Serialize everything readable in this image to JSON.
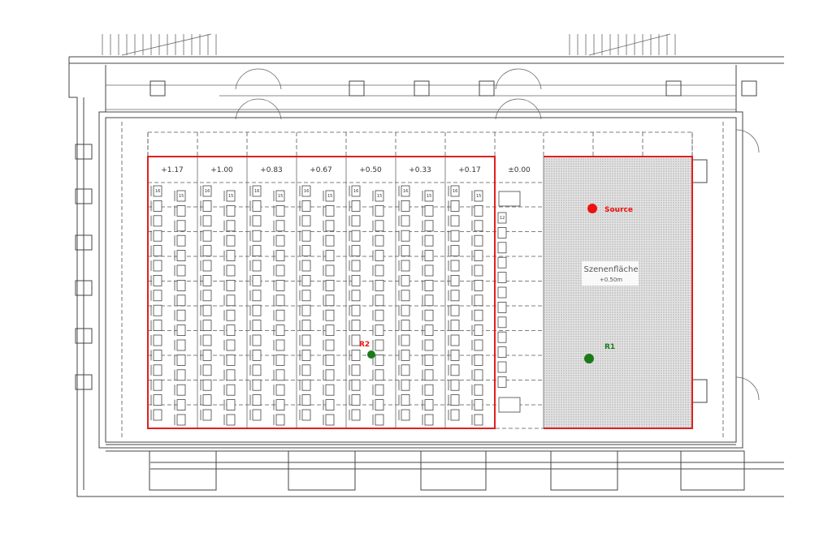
{
  "plan": {
    "stage": {
      "name": "Szenenfläche",
      "elevation": "+0.50m"
    },
    "sections": [
      {
        "elevation": "+1.17",
        "seat_left_top": "16",
        "seat_right_top": "15"
      },
      {
        "elevation": "+1.00",
        "seat_left_top": "16",
        "seat_right_top": "15"
      },
      {
        "elevation": "+0.83",
        "seat_left_top": "16",
        "seat_right_top": "15"
      },
      {
        "elevation": "+0.67",
        "seat_left_top": "16",
        "seat_right_top": "15"
      },
      {
        "elevation": "+0.50",
        "seat_left_top": "16",
        "seat_right_top": "15"
      },
      {
        "elevation": "+0.33",
        "seat_left_top": "16",
        "seat_right_top": "15"
      },
      {
        "elevation": "+0.17",
        "seat_left_top": "16",
        "seat_right_top": "15"
      }
    ],
    "aisle": {
      "elevation": "±0.00",
      "seat_top": "12"
    },
    "points": [
      {
        "label": "Source",
        "color": "#ee1111"
      },
      {
        "label": "R1",
        "color": "#1a7a1a"
      },
      {
        "label": "R2",
        "color": "#1a7a1a",
        "label_color": "#ee1111"
      }
    ],
    "colors": {
      "outline": "#e02020",
      "walls": "#444444"
    }
  }
}
